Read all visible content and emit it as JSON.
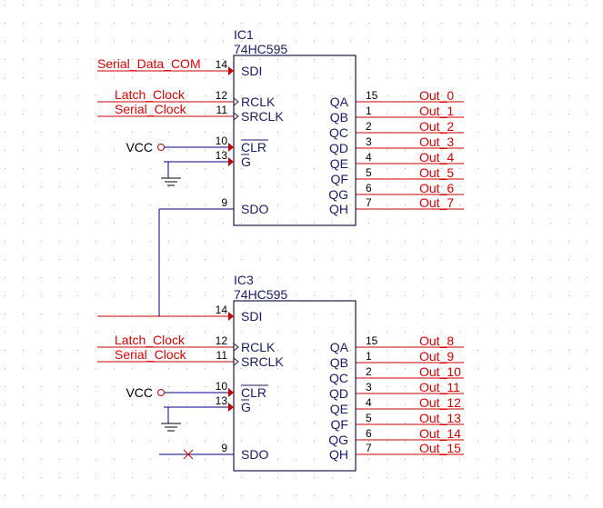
{
  "colors": {
    "ic_outline": "#1a1a4a",
    "ic_text": "#1a1a6a",
    "pin_number": "#000000",
    "pin_line": "#000080",
    "net_label": "#dd0000",
    "net_line": "#cc0000",
    "wire": "#000080",
    "ground": "#000000",
    "vcc_circle": "#cc0000",
    "grid_dot": "#b0b0b0"
  },
  "ics": [
    {
      "ref": "IC1",
      "part": "74HC595",
      "left_pins": [
        {
          "name": "SDI",
          "number": "14",
          "net": "Serial_Data_COM"
        },
        {
          "name": "RCLK",
          "number": "12",
          "net": "Latch_Clock"
        },
        {
          "name": "SRCLK",
          "number": "11",
          "net": "Serial_Clock"
        },
        {
          "name": "CLR",
          "number": "10",
          "net": "VCC"
        },
        {
          "name": "G",
          "number": "13",
          "net": "GND"
        },
        {
          "name": "SDO",
          "number": "9",
          "net": "to IC3 SDI"
        }
      ],
      "right_pins": [
        {
          "name": "QA",
          "number": "15",
          "net": "Out_0"
        },
        {
          "name": "QB",
          "number": "1",
          "net": "Out_1"
        },
        {
          "name": "QC",
          "number": "2",
          "net": "Out_2"
        },
        {
          "name": "QD",
          "number": "3",
          "net": "Out_3"
        },
        {
          "name": "QE",
          "number": "4",
          "net": "Out_4"
        },
        {
          "name": "QF",
          "number": "5",
          "net": "Out_5"
        },
        {
          "name": "QG",
          "number": "6",
          "net": "Out_6"
        },
        {
          "name": "QH",
          "number": "7",
          "net": "Out_7"
        }
      ]
    },
    {
      "ref": "IC3",
      "part": "74HC595",
      "left_pins": [
        {
          "name": "SDI",
          "number": "14",
          "net": "from IC1 SDO"
        },
        {
          "name": "RCLK",
          "number": "12",
          "net": "Latch_Clock"
        },
        {
          "name": "SRCLK",
          "number": "11",
          "net": "Serial_Clock"
        },
        {
          "name": "CLR",
          "number": "10",
          "net": "VCC"
        },
        {
          "name": "G",
          "number": "13",
          "net": "GND"
        },
        {
          "name": "SDO",
          "number": "9",
          "net": "no connect"
        }
      ],
      "right_pins": [
        {
          "name": "QA",
          "number": "15",
          "net": "Out_8"
        },
        {
          "name": "QB",
          "number": "1",
          "net": "Out_9"
        },
        {
          "name": "QC",
          "number": "2",
          "net": "Out_10"
        },
        {
          "name": "QD",
          "number": "3",
          "net": "Out_11"
        },
        {
          "name": "QE",
          "number": "4",
          "net": "Out_12"
        },
        {
          "name": "QF",
          "number": "5",
          "net": "Out_13"
        },
        {
          "name": "QG",
          "number": "6",
          "net": "Out_14"
        },
        {
          "name": "QH",
          "number": "7",
          "net": "Out_15"
        }
      ]
    }
  ],
  "labels": {
    "serial_data": "Serial_Data_COM",
    "latch_clock": "Latch_Clock",
    "serial_clock": "Serial_Clock",
    "vcc": "VCC"
  }
}
